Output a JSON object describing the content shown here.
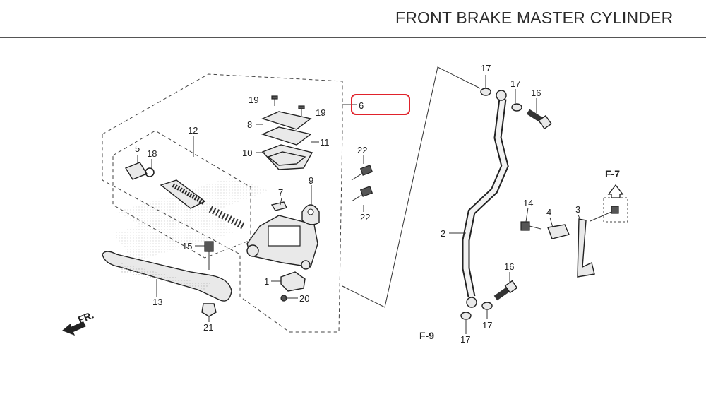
{
  "title": "FRONT BRAKE MASTER CYLINDER",
  "highlight_color": "#e0222b",
  "parts": {
    "p1": "1",
    "p2": "2",
    "p3": "3",
    "p4": "4",
    "p5": "5",
    "p6": "6",
    "p7": "7",
    "p8": "8",
    "p9": "9",
    "p10": "10",
    "p11": "11",
    "p12": "12",
    "p13": "13",
    "p14": "14",
    "p15": "15",
    "p16a": "16",
    "p16b": "16",
    "p17a": "17",
    "p17b": "17",
    "p17c": "17",
    "p17d": "17",
    "p18": "18",
    "p19a": "19",
    "p19b": "19",
    "p20": "20",
    "p21": "21",
    "p22a": "22",
    "p22b": "22"
  },
  "refs": {
    "f7": "F-7",
    "f9": "F-9",
    "fr": "FR."
  }
}
